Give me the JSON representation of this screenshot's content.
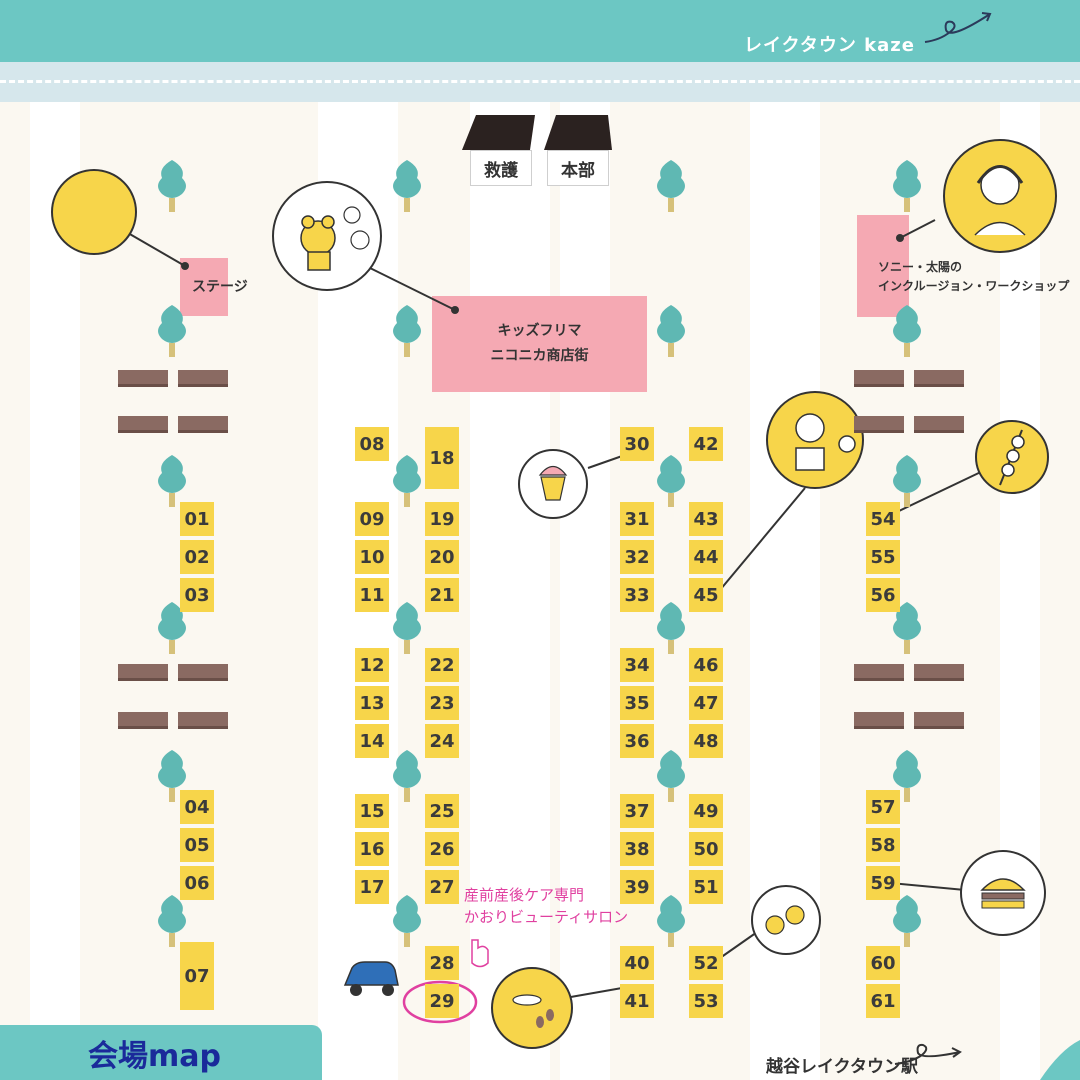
{
  "header": {
    "brand": "レイクタウン kaze"
  },
  "tents": {
    "rescue": "救護",
    "hq": "本部"
  },
  "zones": {
    "stage": "ステージ",
    "kids_line1": "キッズフリマ",
    "kids_line2": "ニコニカ商店街",
    "sony_line1": "ソニー・太陽の",
    "sony_line2": "インクルージョン・ワークショップ"
  },
  "stalls": {
    "s01": "01",
    "s02": "02",
    "s03": "03",
    "s04": "04",
    "s05": "05",
    "s06": "06",
    "s07": "07",
    "s08": "08",
    "s09": "09",
    "s10": "10",
    "s11": "11",
    "s12": "12",
    "s13": "13",
    "s14": "14",
    "s15": "15",
    "s16": "16",
    "s17": "17",
    "s18": "18",
    "s19": "19",
    "s20": "20",
    "s21": "21",
    "s22": "22",
    "s23": "23",
    "s24": "24",
    "s25": "25",
    "s26": "26",
    "s27": "27",
    "s28": "28",
    "s29": "29",
    "s30": "30",
    "s31": "31",
    "s32": "32",
    "s33": "33",
    "s34": "34",
    "s35": "35",
    "s36": "36",
    "s37": "37",
    "s38": "38",
    "s39": "39",
    "s40": "40",
    "s41": "41",
    "s42": "42",
    "s43": "43",
    "s44": "44",
    "s45": "45",
    "s46": "46",
    "s47": "47",
    "s48": "48",
    "s49": "49",
    "s50": "50",
    "s51": "51",
    "s52": "52",
    "s53": "53",
    "s54": "54",
    "s55": "55",
    "s56": "56",
    "s57": "57",
    "s58": "58",
    "s59": "59",
    "s60": "60",
    "s61": "61"
  },
  "annotation": {
    "line1": "産前産後ケア専門",
    "line2": "かおりビューティサロン"
  },
  "footer": {
    "map_label": "会場map",
    "station": "越谷レイクタウン駅"
  },
  "colors": {
    "teal": "#6cc7c3",
    "stall_yellow": "#f7d54a",
    "zone_pink": "#f5a9b3",
    "tree_teal": "#5fb8b3",
    "highlight_magenta": "#e040a0"
  }
}
